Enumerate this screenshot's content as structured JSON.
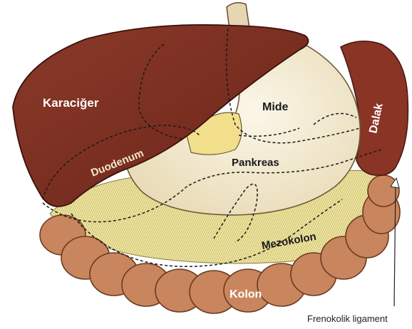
{
  "labels": {
    "karaciger": "Karaciğer",
    "mide": "Mide",
    "dalak": "Dalak",
    "duodenum": "Duodenum",
    "pankreas": "Pankreas",
    "mezokolon": "Mezokolon",
    "kolon": "Kolon",
    "frenokolik": "Frenokolik ligament"
  },
  "colors": {
    "liver": "#7b2e20",
    "stomach": "#f4ecd6",
    "pancreas": "#f2df8c",
    "mesocolon": "#efe8a6",
    "colon": "#c9855d",
    "spleen": "#8a3426"
  }
}
